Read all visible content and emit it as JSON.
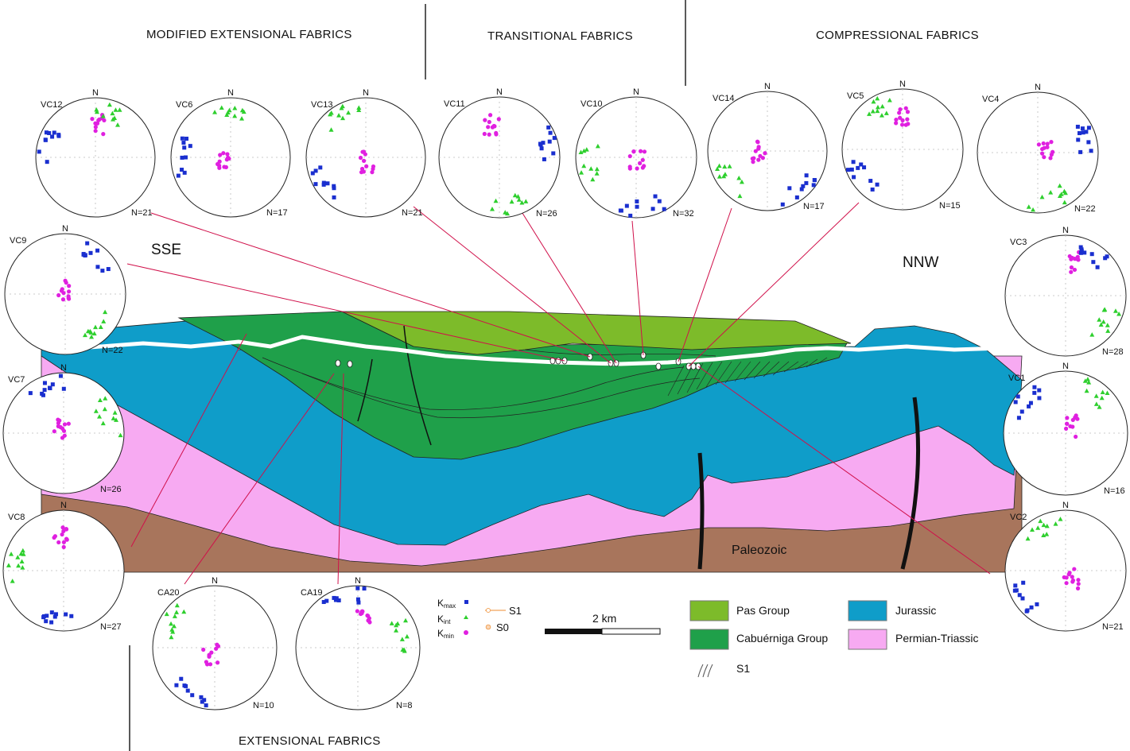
{
  "headings": {
    "modified_extensional": "MODIFIED EXTENSIONAL FABRICS",
    "transitional": "TRANSITIONAL FABRICS",
    "compressional": "COMPRESSIONAL FABRICS",
    "extensional": "EXTENSIONAL FABRICS"
  },
  "section": {
    "left_label": "SSE",
    "right_label": "NNW",
    "paleozoic_label": "Paleozoic"
  },
  "stereonets": [
    {
      "id": "VC12",
      "north": "N",
      "n": "N=21"
    },
    {
      "id": "VC6",
      "north": "N",
      "n": "N=17"
    },
    {
      "id": "VC13",
      "north": "N",
      "n": "N=21"
    },
    {
      "id": "VC11",
      "north": "N",
      "n": "N=26"
    },
    {
      "id": "VC10",
      "north": "N",
      "n": "N=32"
    },
    {
      "id": "VC14",
      "north": "N",
      "n": "N=17"
    },
    {
      "id": "VC5",
      "north": "N",
      "n": "N=15"
    },
    {
      "id": "VC4",
      "north": "N",
      "n": "N=22"
    },
    {
      "id": "VC9",
      "north": "N",
      "n": "N=22"
    },
    {
      "id": "VC3",
      "north": "N",
      "n": "N=28"
    },
    {
      "id": "VC7",
      "north": "N",
      "n": "N=26"
    },
    {
      "id": "VC1",
      "north": "N",
      "n": "N=16"
    },
    {
      "id": "VC8",
      "north": "N",
      "n": "N=27"
    },
    {
      "id": "VC2",
      "north": "N",
      "n": "N=21"
    },
    {
      "id": "CA20",
      "north": "N",
      "n": "N=10"
    },
    {
      "id": "CA19",
      "north": "N",
      "n": "N=8"
    }
  ],
  "symbol_legend": {
    "kmax": "K",
    "kmax_sub": "max",
    "kint": "K",
    "kint_sub": "int",
    "kmin": "K",
    "kmin_sub": "min",
    "s1": "S1",
    "s0": "S0"
  },
  "scale": {
    "label": "2 km"
  },
  "unit_legend": [
    {
      "name": "Pas Group",
      "color": "#7dbb2a"
    },
    {
      "name": "Cabuérniga Group",
      "color": "#1fa04a"
    },
    {
      "name": "Jurassic",
      "color": "#0f9dc9"
    },
    {
      "name": "Permian-Triassic",
      "color": "#f7aaf2"
    },
    {
      "name": "S1",
      "color": "#555555"
    }
  ],
  "colors": {
    "kmax": "#1a2fcf",
    "kint": "#2ecf2e",
    "kmin": "#e020e0",
    "s_plane": "#f2a45a",
    "paleozoic": "#a8755c",
    "link_line": "#d0104a"
  }
}
